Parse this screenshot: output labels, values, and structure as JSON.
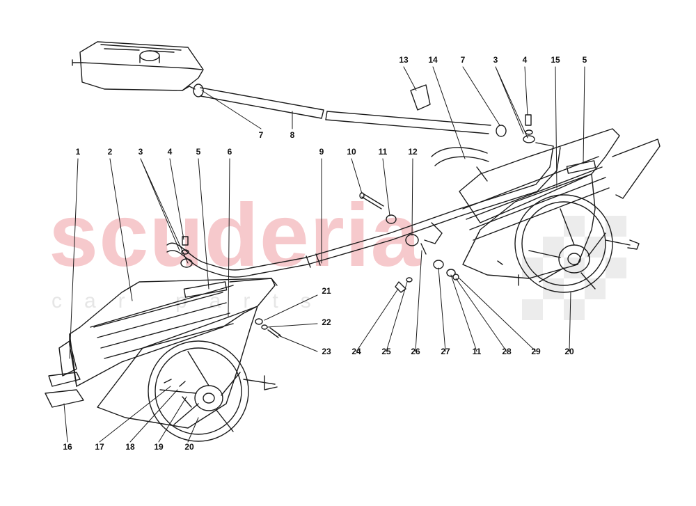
{
  "watermark": {
    "brand": "scuderia",
    "sub": "car parts"
  },
  "callouts": [
    {
      "id": "c1",
      "label": "1"
    },
    {
      "id": "c2",
      "label": "2"
    },
    {
      "id": "c3a",
      "label": "3"
    },
    {
      "id": "c4a",
      "label": "4"
    },
    {
      "id": "c5a",
      "label": "5"
    },
    {
      "id": "c6",
      "label": "6"
    },
    {
      "id": "c7a",
      "label": "7"
    },
    {
      "id": "c8",
      "label": "8"
    },
    {
      "id": "c9",
      "label": "9"
    },
    {
      "id": "c10",
      "label": "10"
    },
    {
      "id": "c11a",
      "label": "11"
    },
    {
      "id": "c12",
      "label": "12"
    },
    {
      "id": "c13",
      "label": "13"
    },
    {
      "id": "c14",
      "label": "14"
    },
    {
      "id": "c7b",
      "label": "7"
    },
    {
      "id": "c3b",
      "label": "3"
    },
    {
      "id": "c4b",
      "label": "4"
    },
    {
      "id": "c15",
      "label": "15"
    },
    {
      "id": "c5b",
      "label": "5"
    },
    {
      "id": "c21",
      "label": "21"
    },
    {
      "id": "c22",
      "label": "22"
    },
    {
      "id": "c23",
      "label": "23"
    },
    {
      "id": "c16",
      "label": "16"
    },
    {
      "id": "c17",
      "label": "17"
    },
    {
      "id": "c18",
      "label": "18"
    },
    {
      "id": "c19",
      "label": "19"
    },
    {
      "id": "c20a",
      "label": "20"
    },
    {
      "id": "c24",
      "label": "24"
    },
    {
      "id": "c25",
      "label": "25"
    },
    {
      "id": "c26",
      "label": "26"
    },
    {
      "id": "c27",
      "label": "27"
    },
    {
      "id": "c11b",
      "label": "11"
    },
    {
      "id": "c28",
      "label": "28"
    },
    {
      "id": "c29",
      "label": "29"
    },
    {
      "id": "c20b",
      "label": "20"
    }
  ]
}
